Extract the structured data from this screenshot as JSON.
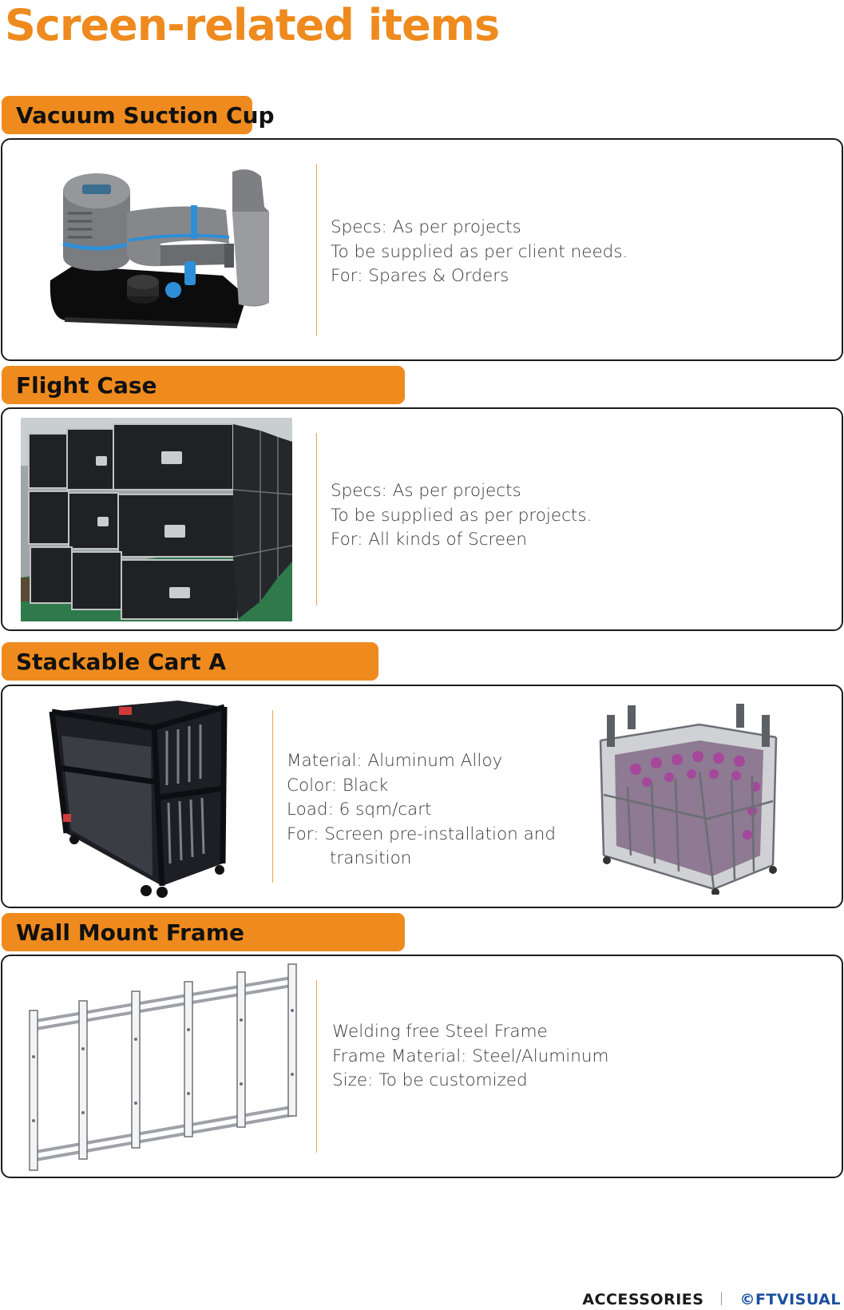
{
  "page": {
    "title": "Screen-related items"
  },
  "sections": [
    {
      "heading": "Vacuum Suction Cup",
      "specs": [
        "Specs: As per projects",
        "To be supplied as per client needs.",
        "For: Spares & Orders"
      ]
    },
    {
      "heading": "Flight Case",
      "specs": [
        "Specs: As per projects",
        "To be supplied as per projects.",
        "For: All kinds of Screen"
      ]
    },
    {
      "heading": "Stackable Cart A",
      "specs": [
        "Material: Aluminum Alloy",
        "Color: Black",
        "Load: 6 sqm/cart",
        "For: Screen pre-installation and",
        "transition"
      ]
    },
    {
      "heading": "Wall Mount Frame",
      "specs": [
        "Welding free Steel Frame",
        "Frame Material: Steel/Aluminum",
        "Size: To be customized"
      ]
    }
  ],
  "footer": {
    "section": "ACCESSORIES",
    "brand": "©FTVISUAL"
  },
  "colors": {
    "accent": "#ef8b1e",
    "brand": "#1a4fa0"
  }
}
